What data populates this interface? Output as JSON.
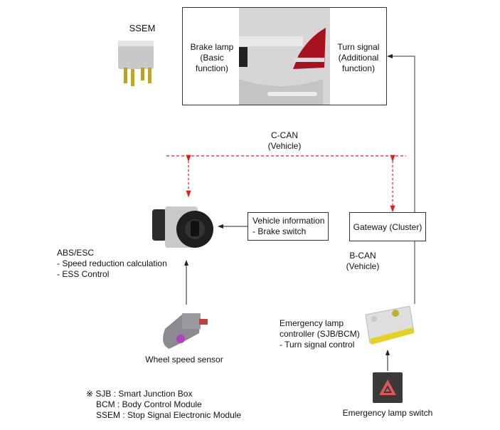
{
  "title_area": {
    "ssem_label": "SSEM",
    "brake_lamp": [
      "Brake lamp",
      "(Basic",
      "function)"
    ],
    "turn_signal": [
      "Turn signal",
      "(Additional",
      "function)"
    ]
  },
  "c_can": {
    "line1": "C-CAN",
    "line2": "(Vehicle)"
  },
  "b_can": {
    "line1": "B-CAN",
    "line2": "(Vehicle)"
  },
  "vehicle_info": {
    "line1": "Vehicle information",
    "line2": " - Brake switch"
  },
  "gateway": {
    "label": "Gateway (Cluster)"
  },
  "abs_esc": {
    "line1": "ABS/ESC",
    "line2": "- Speed reduction calculation",
    "line3": "- ESS Control"
  },
  "wheel_sensor": {
    "label": "Wheel speed sensor"
  },
  "controller": {
    "line1": "Emergency lamp",
    "line2": "controller (SJB/BCM)",
    "line3": "- Turn signal control"
  },
  "switch": {
    "label": "Emergency lamp switch"
  },
  "notes": {
    "line1": "※ SJB : Smart Junction Box",
    "line2": "BCM : Body Control Module",
    "line3": "SSEM : Stop  Signal Electronic Module"
  },
  "colors": {
    "can_bus": "#e02020",
    "line": "#333333"
  }
}
